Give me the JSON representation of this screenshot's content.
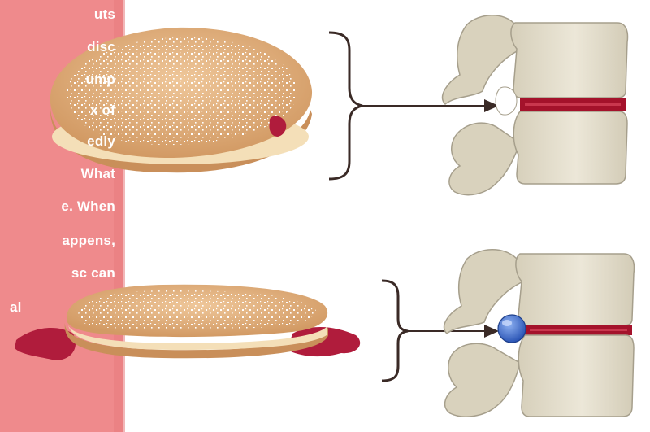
{
  "sidebar": {
    "lines": [
      "uts",
      "disc",
      "ump",
      "x of",
      "edly",
      "What",
      "e. When",
      "appens,",
      "sc can",
      "al"
    ]
  },
  "colors": {
    "panel": "#ef8a8c",
    "panel_edge": "#e77b7e",
    "dough": "#e3b584",
    "dough_dark": "#c98f5a",
    "cream": "#f4dfb8",
    "jelly": "#b01c3c",
    "bone": "#e7e1d0",
    "bone_shade": "#c9c2ad",
    "bone_outline": "#a69f8c",
    "disc_red": "#a4122b",
    "herniation_blue": "#3b6fd1",
    "arrow": "#3a2a26"
  },
  "icons": {
    "healthy_donut": "powdered-jelly-donut",
    "squashed_donut": "squashed-jelly-donut",
    "healthy_spine": "healthy-vertebrae",
    "herniated_spine": "herniated-vertebrae"
  }
}
